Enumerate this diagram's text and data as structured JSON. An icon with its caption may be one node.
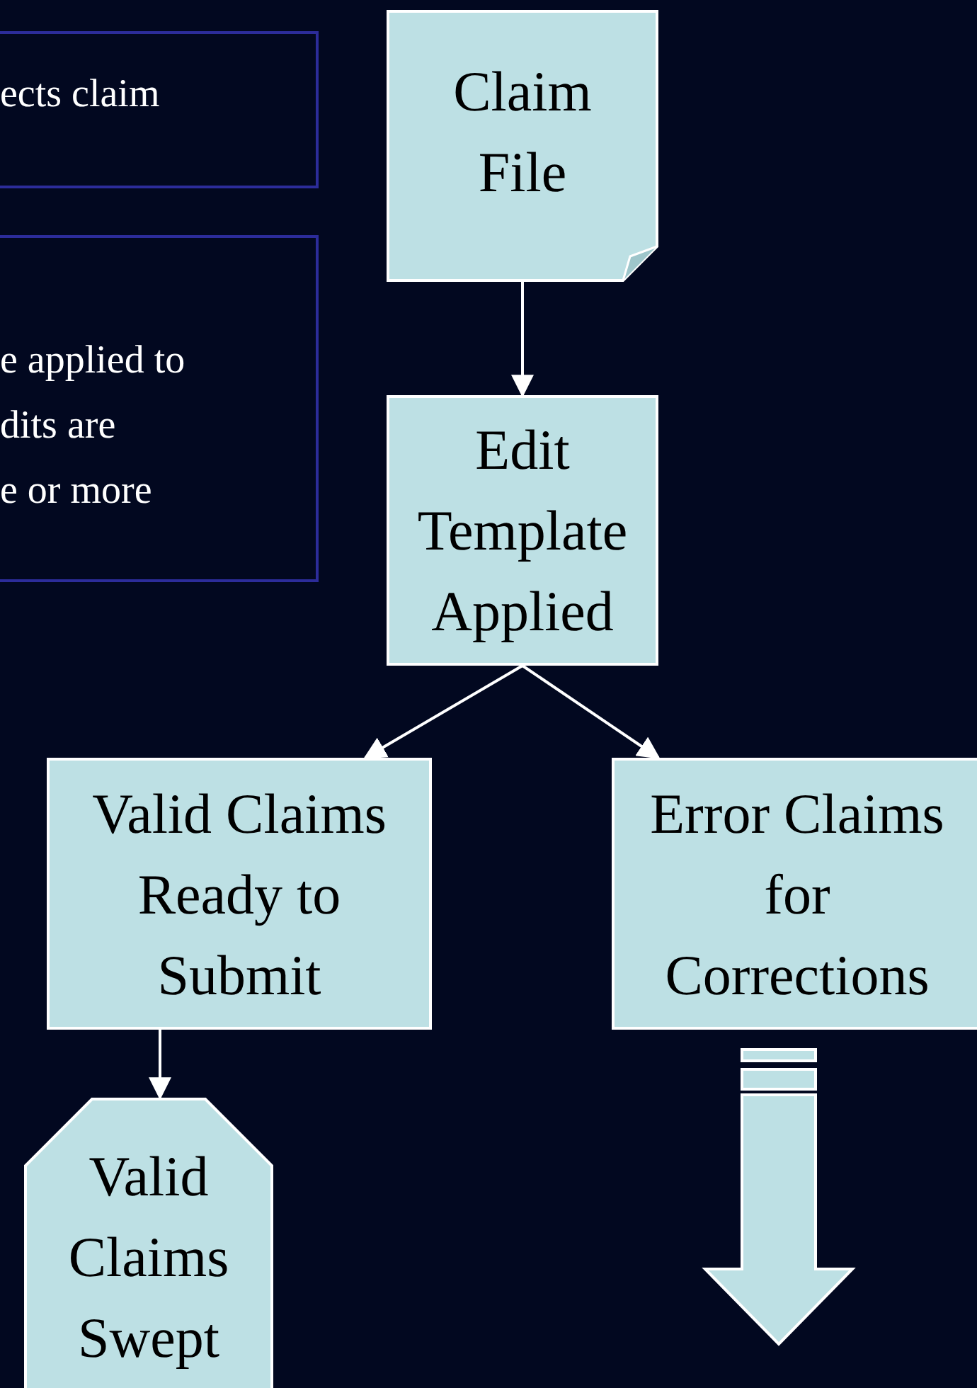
{
  "diagram": {
    "nodes": [
      {
        "text": [
          "ects claim"
        ]
      },
      {
        "text": [
          "e applied to",
          "dits are",
          "e or more"
        ]
      },
      {
        "text": [
          "Claim File"
        ]
      },
      {
        "text": [
          "Edit Template Applied"
        ]
      },
      {
        "text": [
          "Valid Claims Ready to Submit"
        ]
      },
      {
        "text": [
          "Error Claims for Corrections"
        ]
      },
      {
        "text": [
          "Valid Claims Swept"
        ]
      }
    ],
    "edges": [
      {
        "from": 2,
        "to": 3,
        "arrow": "to"
      },
      {
        "from": 3,
        "to": 4,
        "arrow": "to"
      },
      {
        "from": 3,
        "to": 5,
        "arrow": "to"
      },
      {
        "from": 4,
        "to": 6,
        "arrow": "to"
      },
      {
        "from": 5,
        "to": null,
        "arrow": "to",
        "style": "thick"
      }
    ]
  }
}
